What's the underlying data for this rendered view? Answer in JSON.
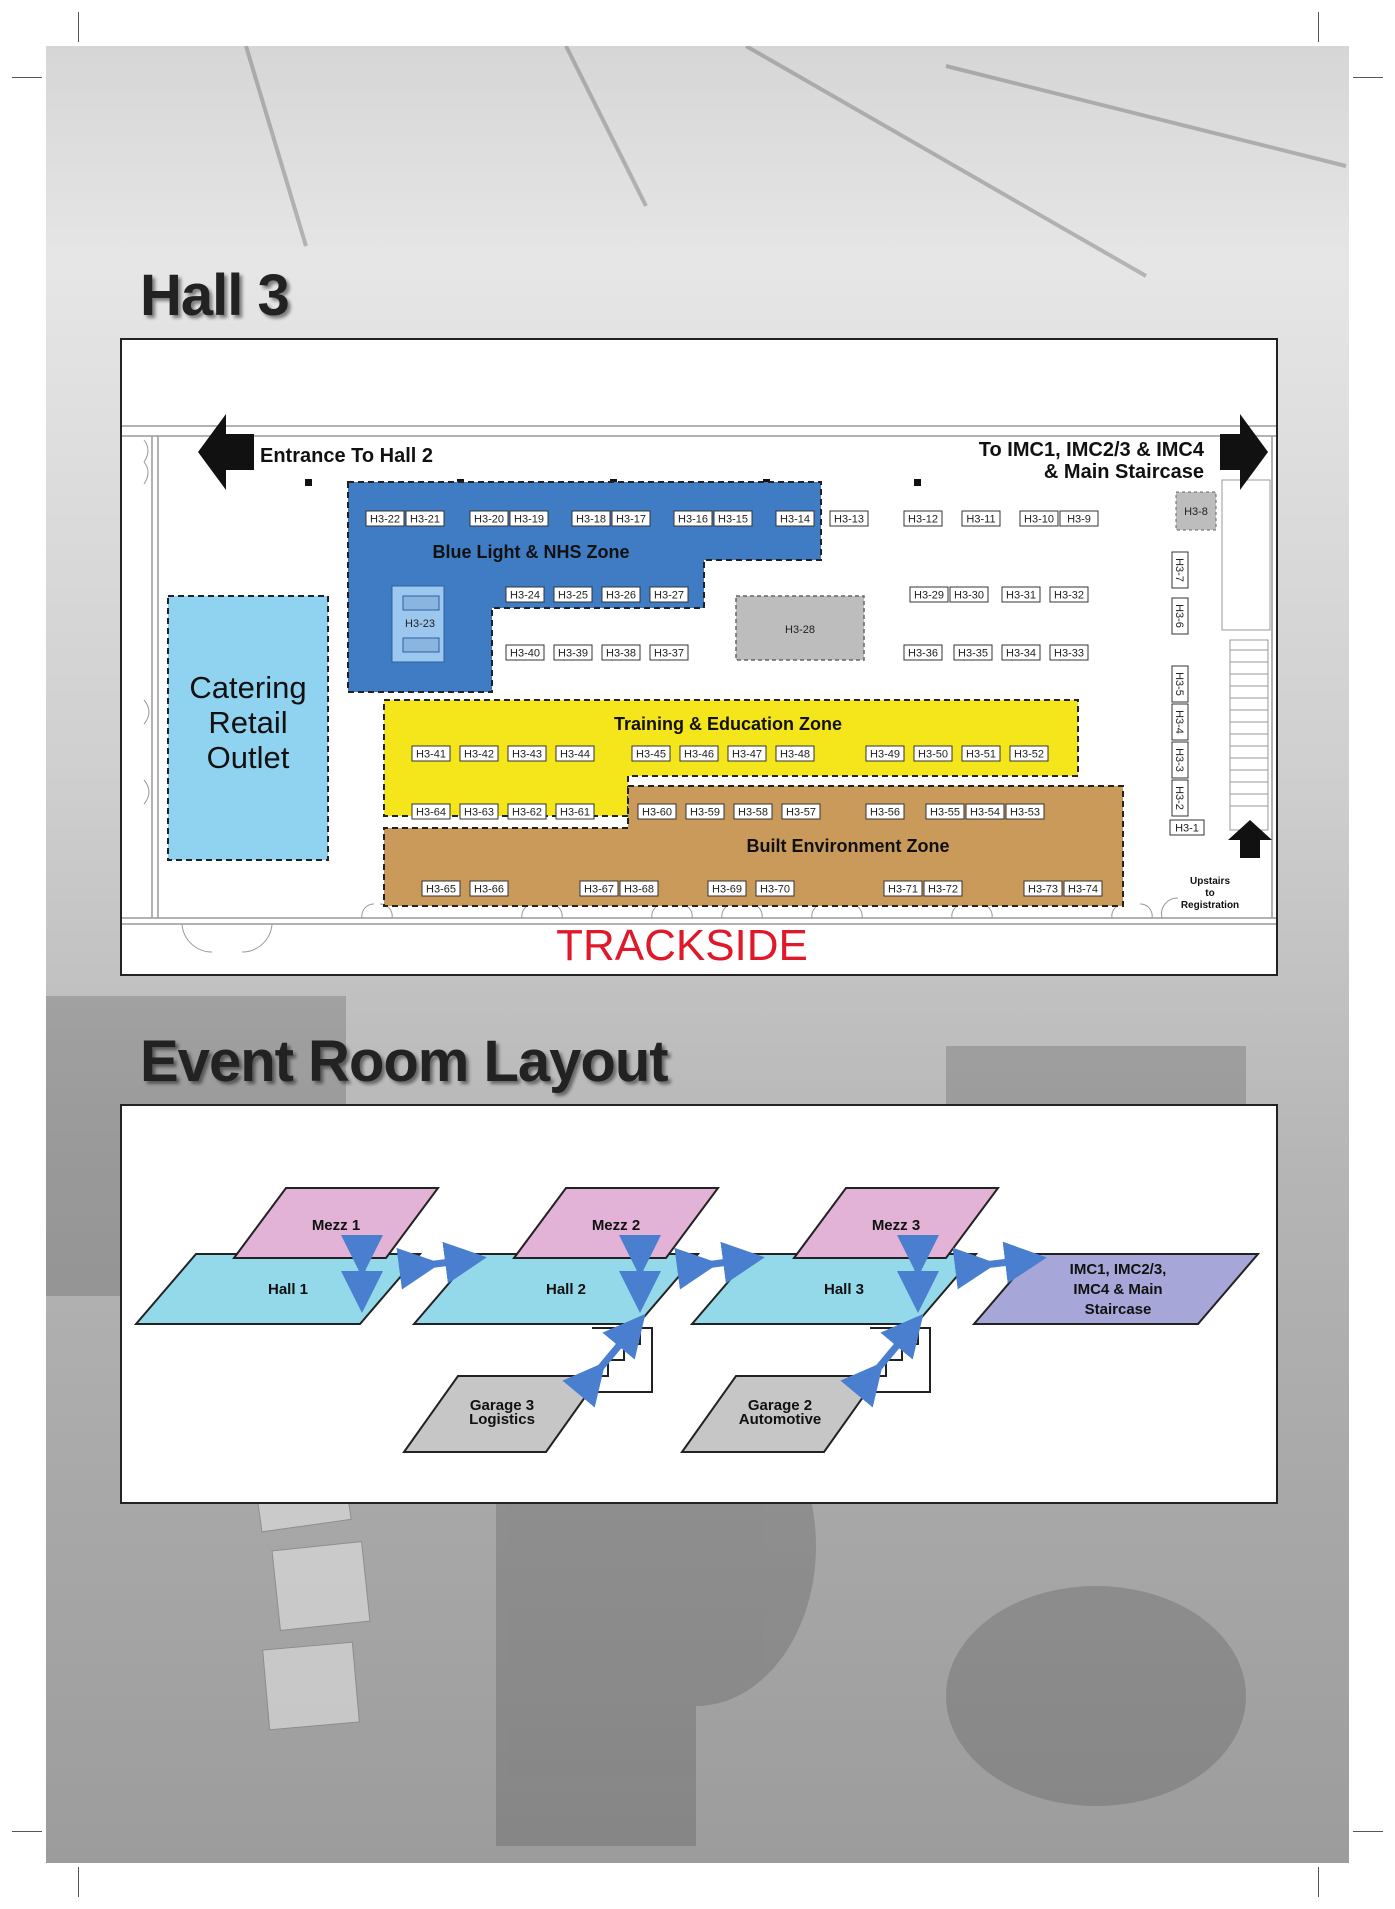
{
  "hall3": {
    "title": "Hall 3",
    "entrance_left": "Entrance To Hall 2",
    "exit_right_line1": "To IMC1, IMC2/3 & IMC4",
    "exit_right_line2": "& Main Staircase",
    "zones": {
      "blue": "Blue Light & NHS Zone",
      "training": "Training & Education Zone",
      "built": "Built Environment Zone",
      "catering_line1": "Catering",
      "catering_line2": "Retail",
      "catering_line3": "Outlet"
    },
    "trackside": "TRACKSIDE",
    "upstairs": [
      "Upstairs",
      "to",
      "Registration"
    ],
    "colors": {
      "blue_zone": "#3f7cc4",
      "training_zone": "#f5e61c",
      "built_zone": "#c99a5a",
      "catering": "#8fd3f0",
      "trackside": "#e0192a"
    },
    "booths": {
      "row1": [
        "H3-22",
        "H3-21",
        "H3-20",
        "H3-19",
        "H3-18",
        "H3-17",
        "H3-16",
        "H3-15",
        "H3-14",
        "H3-13",
        "H3-12",
        "H3-11",
        "H3-10",
        "H3-9"
      ],
      "row2": [
        "H3-24",
        "H3-25",
        "H3-26",
        "H3-27",
        "H3-29",
        "H3-30",
        "H3-31",
        "H3-32"
      ],
      "row3": [
        "H3-40",
        "H3-39",
        "H3-38",
        "H3-37",
        "H3-36",
        "H3-35",
        "H3-34",
        "H3-33"
      ],
      "row4": [
        "H3-41",
        "H3-42",
        "H3-43",
        "H3-44",
        "H3-45",
        "H3-46",
        "H3-47",
        "H3-48",
        "H3-49",
        "H3-50",
        "H3-51",
        "H3-52"
      ],
      "row5": [
        "H3-64",
        "H3-63",
        "H3-62",
        "H3-61",
        "H3-60",
        "H3-59",
        "H3-58",
        "H3-57",
        "H3-56",
        "H3-55",
        "H3-54",
        "H3-53"
      ],
      "row6": [
        "H3-65",
        "H3-66",
        "H3-67",
        "H3-68",
        "H3-69",
        "H3-70",
        "H3-71",
        "H3-72",
        "H3-73",
        "H3-74"
      ],
      "vertical": [
        "H3-7",
        "H3-6",
        "H3-5",
        "H3-4",
        "H3-3",
        "H3-2"
      ],
      "singles": [
        "H3-23",
        "H3-28",
        "H3-8",
        "H3-1"
      ]
    }
  },
  "layout": {
    "title": "Event Room Layout",
    "rooms": {
      "mezz1": "Mezz 1",
      "mezz2": "Mezz 2",
      "mezz3": "Mezz 3",
      "hall1": "Hall 1",
      "hall2": "Hall 2",
      "hall3": "Hall 3",
      "imc": [
        "IMC1, IMC2/3,",
        "IMC4 & Main",
        "Staircase"
      ],
      "garage3": [
        "Garage 3",
        "Logistics"
      ],
      "garage2": [
        "Garage 2",
        "Automotive"
      ]
    },
    "colors": {
      "mezz": "#e2b3d6",
      "hall": "#94d9ea",
      "imc": "#a6a6d8",
      "garage": "#c6c6c6",
      "arrow": "#4a7fd0"
    }
  }
}
